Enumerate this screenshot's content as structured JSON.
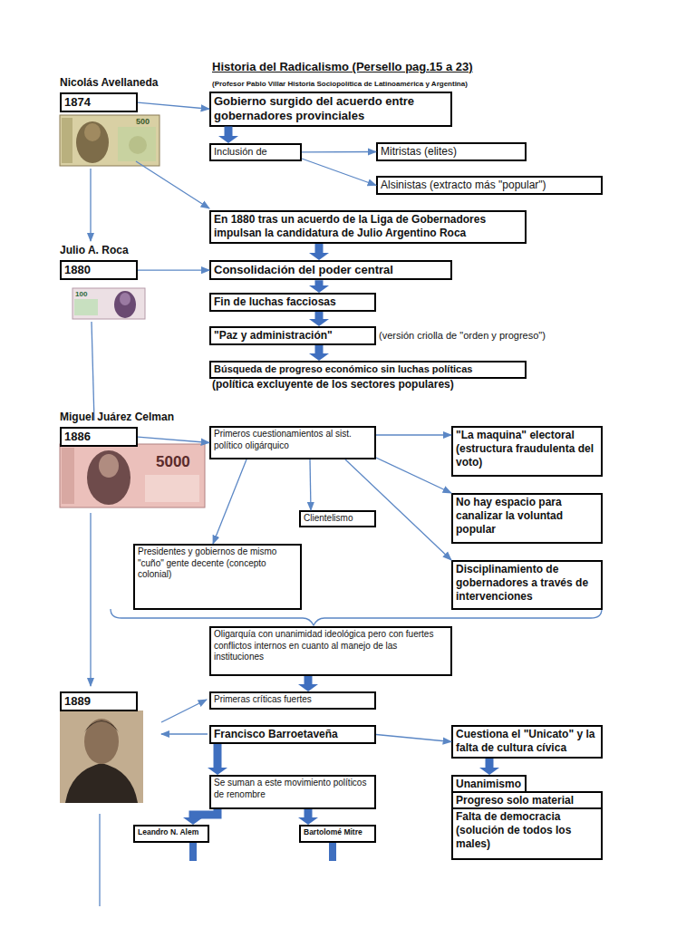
{
  "diagram": {
    "title": "Historia del Radicalismo (Persello pag.15 a 23)",
    "nodes": [
      {
        "text": [
          "1874"
        ]
      },
      {
        "text": [
          "Gobierno surgido del acuerdo entre gobernadores provinciales"
        ]
      },
      {
        "text": [
          "Inclusión de"
        ]
      },
      {
        "text": [
          "Mitristas (elites)"
        ]
      },
      {
        "text": [
          "Alsinistas (extracto más \"popular\")"
        ]
      },
      {
        "text": [
          "En 1880 tras un acuerdo de la Liga de Gobernadores impulsan la candidatura de Julio Argentino Roca"
        ]
      },
      {
        "text": [
          "1880"
        ]
      },
      {
        "text": [
          "Consolidación del poder central"
        ]
      },
      {
        "text": [
          "Fin de luchas facciosas"
        ]
      },
      {
        "text": [
          "\"Paz y administración\""
        ]
      },
      {
        "text": [
          "Búsqueda de progreso económico sin luchas políticas"
        ]
      },
      {
        "text": [
          "1886"
        ]
      },
      {
        "text": [
          "Primeros cuestionamientos al sist. político oligárquico"
        ]
      },
      {
        "text": [
          "\"La maquina\" electoral (estructura fraudulenta del voto)"
        ]
      },
      {
        "text": [
          "Clientelismo"
        ]
      },
      {
        "text": [
          "No hay espacio para canalizar la voluntad popular"
        ]
      },
      {
        "text": [
          "Presidentes y gobiernos de mismo \"cuño\" gente decente (concepto colonial)"
        ]
      },
      {
        "text": [
          "Disciplinamiento de gobernadores a través de intervenciones"
        ]
      },
      {
        "text": [
          "Oligarquía con unanimidad ideológica pero con fuertes conflictos internos en cuanto al manejo de las instituciones"
        ]
      },
      {
        "text": [
          "1889"
        ]
      },
      {
        "text": [
          "Primeras críticas fuertes"
        ]
      },
      {
        "text": [
          "Francisco Barroetaveña"
        ]
      },
      {
        "text": [
          "Cuestiona el \"Unicato\" y la falta de cultura cívica"
        ]
      },
      {
        "text": [
          "Se suman a este movimiento políticos de renombre"
        ]
      },
      {
        "text": [
          "Unanimismo"
        ]
      },
      {
        "text": [
          "Progreso solo material"
        ]
      },
      {
        "text": [
          "Falta de democracia (solución de todos los males)"
        ]
      },
      {
        "text": [
          "Leandro N. Alem"
        ]
      },
      {
        "text": [
          "Bartolomé Mitre"
        ]
      }
    ],
    "edges": [
      {
        "from": 0,
        "to": 1,
        "arrow": "to"
      },
      {
        "from": 1,
        "to": 2,
        "arrow": "to"
      },
      {
        "from": 2,
        "to": 3,
        "arrow": "to"
      },
      {
        "from": 2,
        "to": 4,
        "arrow": "to"
      },
      {
        "from": 5,
        "to": 7,
        "arrow": "to"
      },
      {
        "from": 6,
        "to": 7,
        "arrow": "to"
      },
      {
        "from": 7,
        "to": 8,
        "arrow": "to"
      },
      {
        "from": 8,
        "to": 9,
        "arrow": "to"
      },
      {
        "from": 9,
        "to": 10,
        "arrow": "to"
      },
      {
        "from": 11,
        "to": 12,
        "arrow": "to"
      },
      {
        "from": 12,
        "to": 13,
        "arrow": "to"
      },
      {
        "from": 12,
        "to": 14,
        "arrow": "to"
      },
      {
        "from": 12,
        "to": 16,
        "arrow": "to"
      },
      {
        "from": 12,
        "to": 15,
        "arrow": "to"
      },
      {
        "from": 12,
        "to": 17,
        "arrow": "to"
      },
      {
        "from": 18,
        "to": 20,
        "arrow": "to"
      },
      {
        "from": 21,
        "to": 22,
        "arrow": "to"
      },
      {
        "from": 21,
        "to": 23,
        "arrow": "to"
      },
      {
        "from": 22,
        "to": 24,
        "arrow": "to"
      },
      {
        "from": 23,
        "to": 27,
        "arrow": "to"
      },
      {
        "from": 23,
        "to": 28,
        "arrow": "to"
      }
    ],
    "labels": [
      "(Profesor Pablo Villar Historia Sociopolítica de Latinoamérica y Argentina)",
      "Nicolás Avellaneda",
      "500",
      "Julio A. Roca",
      "100",
      "(versión criolla de \"orden y progreso\")",
      "(política excluyente de los sectores populares)",
      "Miguel Juárez Celman",
      "5000"
    ]
  }
}
